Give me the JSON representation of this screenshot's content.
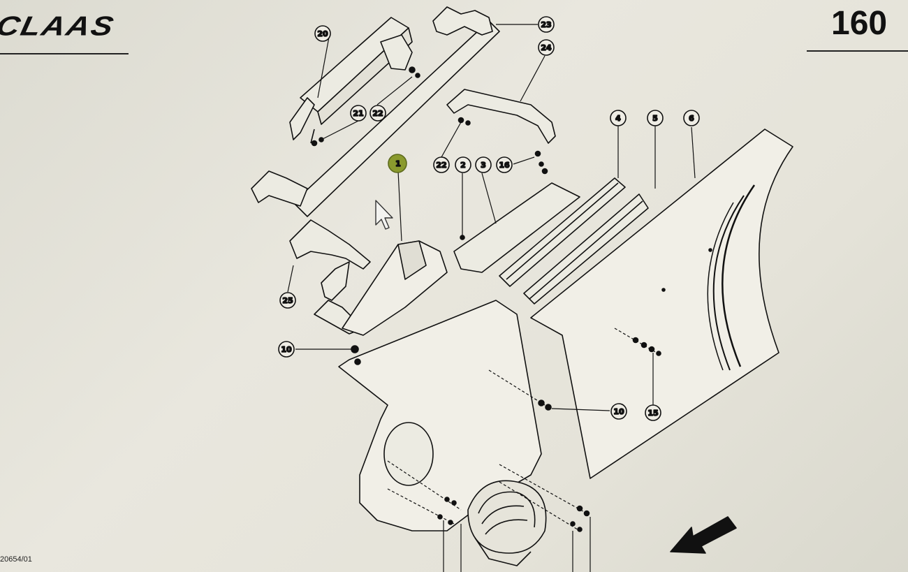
{
  "header": {
    "brand": "CLAAS",
    "page_number": "160"
  },
  "footer": {
    "reference_code": "20654/01"
  },
  "callouts": [
    {
      "label": "20",
      "highlighted": false
    },
    {
      "label": "23",
      "highlighted": false
    },
    {
      "label": "24",
      "highlighted": false
    },
    {
      "label": "21",
      "highlighted": false
    },
    {
      "label": "22",
      "highlighted": false
    },
    {
      "label": "22",
      "highlighted": false
    },
    {
      "label": "1",
      "highlighted": true
    },
    {
      "label": "2",
      "highlighted": false
    },
    {
      "label": "3",
      "highlighted": false
    },
    {
      "label": "16",
      "highlighted": false
    },
    {
      "label": "4",
      "highlighted": false
    },
    {
      "label": "5",
      "highlighted": false
    },
    {
      "label": "6",
      "highlighted": false
    },
    {
      "label": "25",
      "highlighted": false
    },
    {
      "label": "10",
      "highlighted": false
    },
    {
      "label": "10",
      "highlighted": false
    },
    {
      "label": "15",
      "highlighted": false
    }
  ],
  "colors": {
    "highlight": "#8a9a2e",
    "ink": "#111111",
    "paper": "#e6e4da"
  },
  "icons": {
    "cursor": "mouse-pointer-icon",
    "direction": "direction-arrow-icon"
  }
}
